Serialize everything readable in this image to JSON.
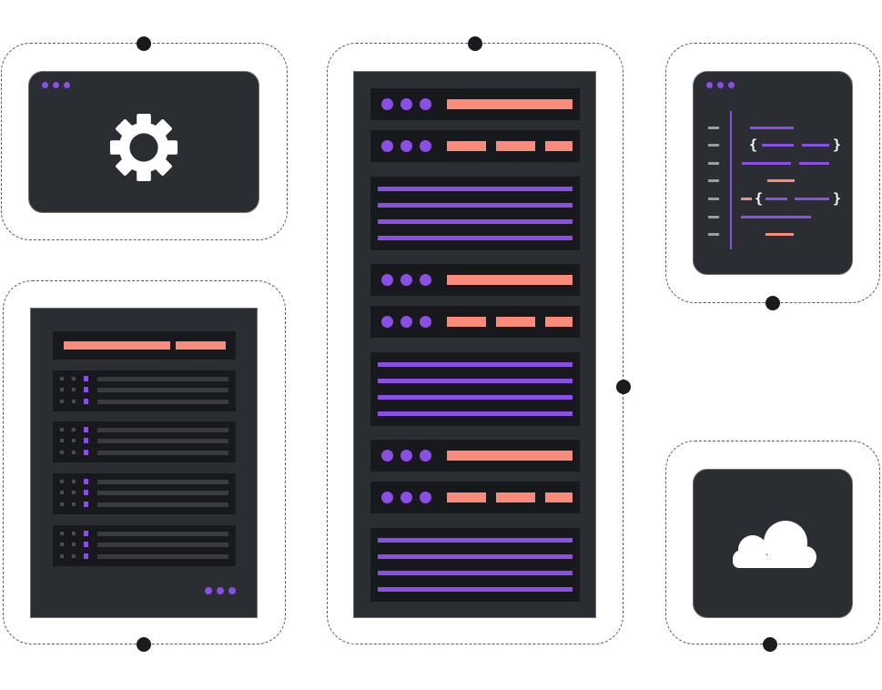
{
  "colors": {
    "accent_purple": "#8b4fe6",
    "accent_coral": "#fa8a7a",
    "card_bg": "#2a2d31",
    "row_bg": "#18191c",
    "connector": "#1a1b1e"
  },
  "cards": {
    "settings": {
      "icon": "gear-icon",
      "window_controls": 3
    },
    "file_list": {
      "icon": "list-icon",
      "row_groups": 4,
      "footer_dots": 3
    },
    "server_rack": {
      "icon": "server-icon",
      "unit_groups": 3
    },
    "code_editor": {
      "icon": "code-icon",
      "code_lines": 7,
      "open_brace": "{",
      "close_brace": "}"
    },
    "cloud": {
      "icon": "cloud-icon"
    }
  }
}
